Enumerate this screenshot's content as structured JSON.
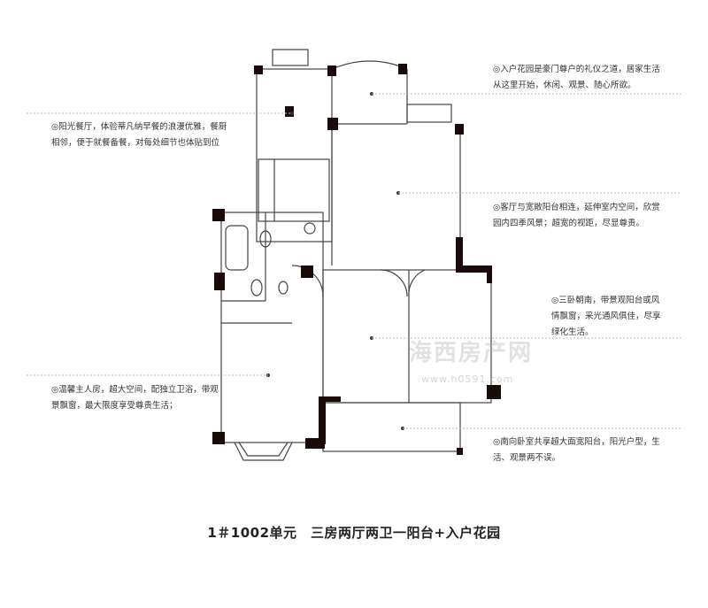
{
  "notes": {
    "garden": "◎入户花园是豪门尊户的礼仪之道，居家生活从这里开始，休闲、观景、随心所欲。",
    "dining": "◎阳光餐厅，体验蒂凡纳早餐的浪漫优雅，餐厨相邻，便于就餐备餐，对每处细节也体贴到位",
    "living": "◎客厅与宽敞阳台相连，延伸室内空间，欣赏园内四季风景；超宽的视距，尽显尊贵。",
    "bedrooms": "◎三卧朝南，带景观阳台或风情飘窗，采光通风俱佳，尽享绿化生活。",
    "master": "◎温馨主人房，超大空间，配独立卫浴，带观景飘窗，最大限度享受尊贵生活；",
    "balcony": "◎南向卧室共享超大面宽阳台，阳光户型，生活、观景两不误。"
  },
  "title": "1＃1002单元　三房两厅两卫一阳台+入户花园",
  "watermark": {
    "name": "海西房产网",
    "url": "www.h0591.com"
  },
  "colors": {
    "wall": "#1a0a0a",
    "line": "#444444",
    "text": "#333333"
  }
}
